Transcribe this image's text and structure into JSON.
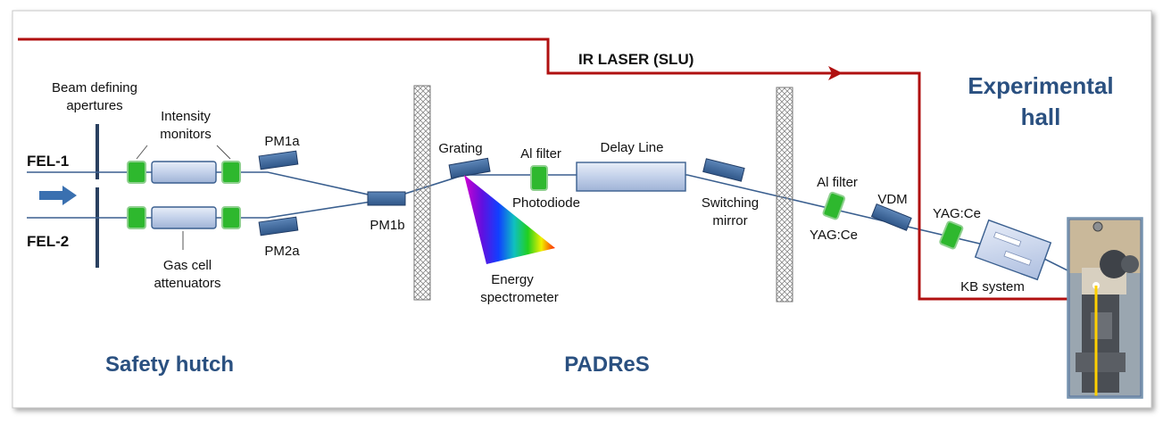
{
  "labels": {
    "beam_defining": "Beam defining",
    "apertures": "apertures",
    "intensity": "Intensity",
    "monitors": "monitors",
    "fel1": "FEL-1",
    "fel2": "FEL-2",
    "gas_cell": "Gas cell",
    "attenuators": "attenuators",
    "pm1a": "PM1a",
    "pm2a": "PM2a",
    "pm1b": "PM1b",
    "grating": "Grating",
    "al_filter_1": "Al filter",
    "photodiode": "Photodiode",
    "delay_line": "Delay Line",
    "switching": "Switching",
    "mirror": "mirror",
    "energy": "Energy",
    "spectrometer": "spectrometer",
    "al_filter_2": "Al filter",
    "yag_ce_1": "YAG:Ce",
    "vdm": "VDM",
    "yag_ce_2": "YAG:Ce",
    "kb_system": "KB system",
    "ir_laser": "IR LASER (SLU)",
    "experimental": "Experimental",
    "hall": "hall",
    "safety_hutch": "Safety hutch",
    "padres": "PADReS"
  },
  "colors": {
    "beam": "#3a5f8f",
    "laser": "#b01010",
    "title": "#2a5080",
    "optic": "#3b6aa0",
    "filter": "#2eb82e"
  }
}
